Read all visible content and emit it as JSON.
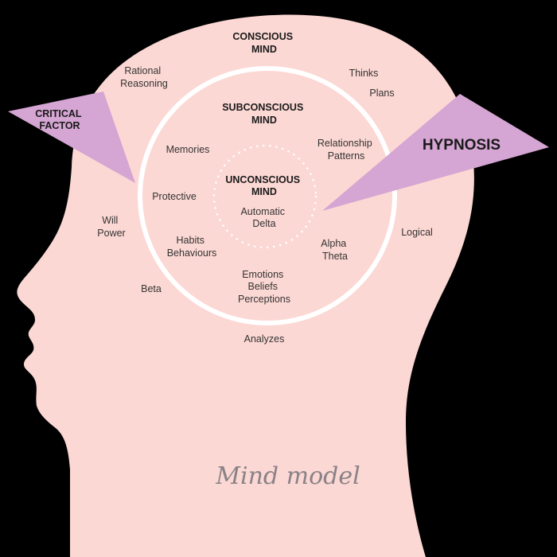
{
  "colors": {
    "background": "#000000",
    "head": "#fcd8d4",
    "ring": "#ffffff",
    "wedge": "#d5a5d3",
    "text": "#333333"
  },
  "diagram": {
    "conscious_title": [
      "CONSCIOUS",
      "MIND"
    ],
    "subconscious_title": [
      "SUBCONSCIOUS",
      "MIND"
    ],
    "unconscious_title": [
      "UNCONSCIOUS",
      "MIND"
    ],
    "critical_factor": [
      "CRITICAL",
      "FACTOR"
    ],
    "hypnosis": "HYPNOSIS",
    "conscious_items": {
      "rational_reasoning": [
        "Rational",
        "Reasoning"
      ],
      "thinks": "Thinks",
      "plans": "Plans",
      "will_power": [
        "Will",
        "Power"
      ],
      "logical": "Logical",
      "beta": "Beta",
      "analyzes": "Analyzes"
    },
    "subconscious_items": {
      "memories": "Memories",
      "relationship_patterns": [
        "Relationship",
        "Patterns"
      ],
      "protective": "Protective",
      "habits_behaviours": [
        "Habits",
        "Behaviours"
      ],
      "alpha_theta": [
        "Alpha",
        "Theta"
      ],
      "emotions_beliefs_perceptions": [
        "Emotions",
        "Beliefs",
        "Perceptions"
      ]
    },
    "unconscious_items": {
      "automatic_delta": [
        "Automatic",
        "Delta"
      ]
    },
    "caption": "Mind model"
  }
}
